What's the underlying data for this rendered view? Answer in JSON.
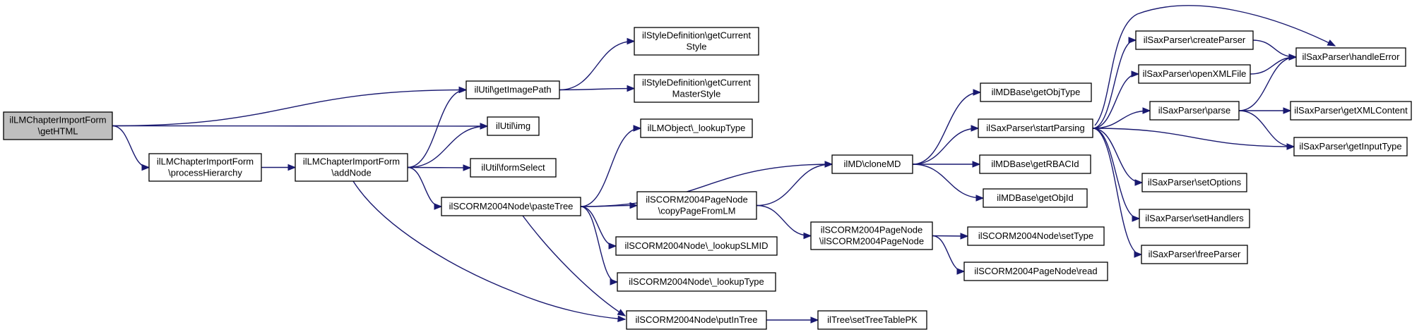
{
  "graph": {
    "edge_color": "#191970",
    "root_fill": "#bfbfbf",
    "nodes": [
      {
        "id": "getHTML",
        "lines": [
          "ilLMChapterImportForm",
          "\\getHTML"
        ],
        "root": true
      },
      {
        "id": "processHierarchy",
        "lines": [
          "ilLMChapterImportForm",
          "\\processHierarchy"
        ]
      },
      {
        "id": "addNode",
        "lines": [
          "ilLMChapterImportForm",
          "\\addNode"
        ]
      },
      {
        "id": "getImagePath",
        "lines": [
          "ilUtil\\getImagePath"
        ]
      },
      {
        "id": "img",
        "lines": [
          "ilUtil\\img"
        ]
      },
      {
        "id": "formSelect",
        "lines": [
          "ilUtil\\formSelect"
        ]
      },
      {
        "id": "getCurrentStyle",
        "lines": [
          "ilStyleDefinition\\getCurrent",
          "Style"
        ]
      },
      {
        "id": "getCurrentMasterStyle",
        "lines": [
          "ilStyleDefinition\\getCurrent",
          "MasterStyle"
        ]
      },
      {
        "id": "lmLookupType",
        "lines": [
          "ilLMObject\\_lookupType"
        ]
      },
      {
        "id": "pasteTree",
        "lines": [
          "ilSCORM2004Node\\pasteTree"
        ]
      },
      {
        "id": "lookupSLMID",
        "lines": [
          "ilSCORM2004Node\\_lookupSLMID"
        ]
      },
      {
        "id": "scLookupType",
        "lines": [
          "ilSCORM2004Node\\_lookupType"
        ]
      },
      {
        "id": "putInTree",
        "lines": [
          "ilSCORM2004Node\\putInTree"
        ]
      },
      {
        "id": "copyPageFromLM",
        "lines": [
          "ilSCORM2004PageNode",
          "\\copyPageFromLM"
        ]
      },
      {
        "id": "setTreeTablePK",
        "lines": [
          "ilTree\\setTreeTablePK"
        ]
      },
      {
        "id": "cloneMD",
        "lines": [
          "ilMD\\cloneMD"
        ]
      },
      {
        "id": "pageNodeCtor",
        "lines": [
          "ilSCORM2004PageNode",
          "\\ilSCORM2004PageNode"
        ]
      },
      {
        "id": "getObjType",
        "lines": [
          "ilMDBase\\getObjType"
        ]
      },
      {
        "id": "startParsing",
        "lines": [
          "ilSaxParser\\startParsing"
        ]
      },
      {
        "id": "getRBACId",
        "lines": [
          "ilMDBase\\getRBACId"
        ]
      },
      {
        "id": "getObjId",
        "lines": [
          "ilMDBase\\getObjId"
        ]
      },
      {
        "id": "setType",
        "lines": [
          "ilSCORM2004Node\\setType"
        ]
      },
      {
        "id": "pageRead",
        "lines": [
          "ilSCORM2004PageNode\\read"
        ]
      },
      {
        "id": "createParser",
        "lines": [
          "ilSaxParser\\createParser"
        ]
      },
      {
        "id": "openXMLFile",
        "lines": [
          "ilSaxParser\\openXMLFile"
        ]
      },
      {
        "id": "parse",
        "lines": [
          "ilSaxParser\\parse"
        ]
      },
      {
        "id": "setOptions",
        "lines": [
          "ilSaxParser\\setOptions"
        ]
      },
      {
        "id": "setHandlers",
        "lines": [
          "ilSaxParser\\setHandlers"
        ]
      },
      {
        "id": "freeParser",
        "lines": [
          "ilSaxParser\\freeParser"
        ]
      },
      {
        "id": "handleError",
        "lines": [
          "ilSaxParser\\handleError"
        ]
      },
      {
        "id": "getXMLContent",
        "lines": [
          "ilSaxParser\\getXMLContent"
        ]
      },
      {
        "id": "getInputType",
        "lines": [
          "ilSaxParser\\getInputType"
        ]
      }
    ],
    "edges": [
      {
        "from": "getHTML",
        "to": "getImagePath"
      },
      {
        "from": "getHTML",
        "to": "img"
      },
      {
        "from": "getHTML",
        "to": "processHierarchy"
      },
      {
        "from": "processHierarchy",
        "to": "addNode"
      },
      {
        "from": "addNode",
        "to": "getImagePath"
      },
      {
        "from": "addNode",
        "to": "img"
      },
      {
        "from": "addNode",
        "to": "formSelect"
      },
      {
        "from": "addNode",
        "to": "pasteTree"
      },
      {
        "from": "addNode",
        "to": "putInTree"
      },
      {
        "from": "getImagePath",
        "to": "getCurrentStyle"
      },
      {
        "from": "getImagePath",
        "to": "getCurrentMasterStyle"
      },
      {
        "from": "pasteTree",
        "to": "lmLookupType"
      },
      {
        "from": "pasteTree",
        "to": "cloneMD"
      },
      {
        "from": "pasteTree",
        "to": "copyPageFromLM"
      },
      {
        "from": "pasteTree",
        "to": "lookupSLMID"
      },
      {
        "from": "pasteTree",
        "to": "scLookupType"
      },
      {
        "from": "pasteTree",
        "to": "putInTree"
      },
      {
        "from": "putInTree",
        "to": "setTreeTablePK"
      },
      {
        "from": "copyPageFromLM",
        "to": "cloneMD"
      },
      {
        "from": "copyPageFromLM",
        "to": "pageNodeCtor"
      },
      {
        "from": "cloneMD",
        "to": "getObjType"
      },
      {
        "from": "cloneMD",
        "to": "startParsing"
      },
      {
        "from": "cloneMD",
        "to": "getRBACId"
      },
      {
        "from": "cloneMD",
        "to": "getObjId"
      },
      {
        "from": "pageNodeCtor",
        "to": "setType"
      },
      {
        "from": "pageNodeCtor",
        "to": "pageRead"
      },
      {
        "from": "startParsing",
        "to": "createParser"
      },
      {
        "from": "startParsing",
        "to": "openXMLFile"
      },
      {
        "from": "startParsing",
        "to": "parse"
      },
      {
        "from": "startParsing",
        "to": "setOptions"
      },
      {
        "from": "startParsing",
        "to": "setHandlers"
      },
      {
        "from": "startParsing",
        "to": "freeParser"
      },
      {
        "from": "startParsing",
        "to": "handleError"
      },
      {
        "from": "startParsing",
        "to": "getInputType"
      },
      {
        "from": "createParser",
        "to": "handleError"
      },
      {
        "from": "openXMLFile",
        "to": "handleError"
      },
      {
        "from": "parse",
        "to": "handleError"
      },
      {
        "from": "parse",
        "to": "getXMLContent"
      },
      {
        "from": "parse",
        "to": "getInputType"
      }
    ]
  }
}
